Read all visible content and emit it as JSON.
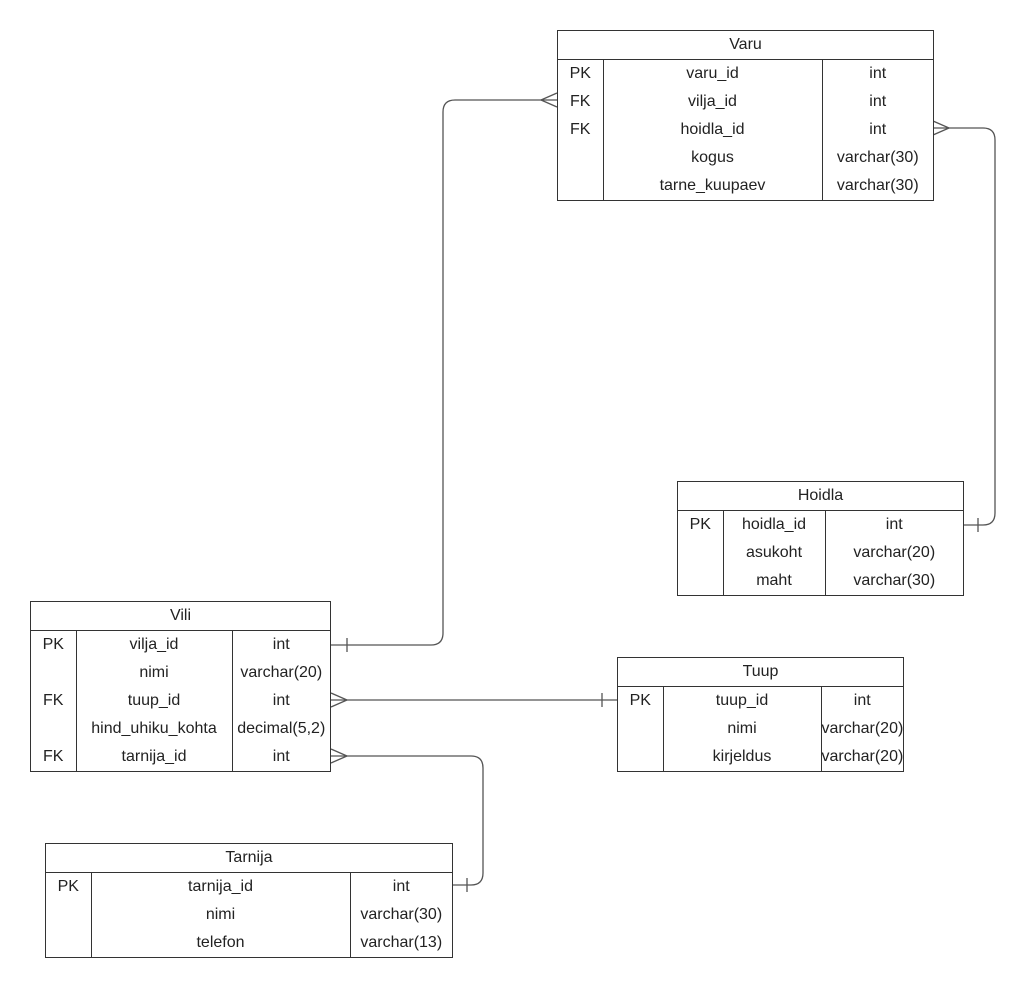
{
  "entities": {
    "varu": {
      "title": "Varu",
      "rows": [
        {
          "key": "PK",
          "name": "varu_id",
          "type": "int"
        },
        {
          "key": "FK",
          "name": "vilja_id",
          "type": "int"
        },
        {
          "key": "FK",
          "name": "hoidla_id",
          "type": "int"
        },
        {
          "key": "",
          "name": "kogus",
          "type": "varchar(30)"
        },
        {
          "key": "",
          "name": "tarne_kuupaev",
          "type": "varchar(30)"
        }
      ]
    },
    "hoidla": {
      "title": "Hoidla",
      "rows": [
        {
          "key": "PK",
          "name": "hoidla_id",
          "type": "int"
        },
        {
          "key": "",
          "name": "asukoht",
          "type": "varchar(20)"
        },
        {
          "key": "",
          "name": "maht",
          "type": "varchar(30)"
        }
      ]
    },
    "vili": {
      "title": "Vili",
      "rows": [
        {
          "key": "PK",
          "name": "vilja_id",
          "type": "int"
        },
        {
          "key": "",
          "name": "nimi",
          "type": "varchar(20)"
        },
        {
          "key": "FK",
          "name": "tuup_id",
          "type": "int"
        },
        {
          "key": "",
          "name": "hind_uhiku_kohta",
          "type": "decimal(5,2)"
        },
        {
          "key": "FK",
          "name": "tarnija_id",
          "type": "int"
        }
      ]
    },
    "tuup": {
      "title": "Tuup",
      "rows": [
        {
          "key": "PK",
          "name": "tuup_id",
          "type": "int"
        },
        {
          "key": "",
          "name": "nimi",
          "type": "varchar(20)"
        },
        {
          "key": "",
          "name": "kirjeldus",
          "type": "varchar(20)"
        }
      ]
    },
    "tarnija": {
      "title": "Tarnija",
      "rows": [
        {
          "key": "PK",
          "name": "tarnija_id",
          "type": "int"
        },
        {
          "key": "",
          "name": "nimi",
          "type": "varchar(30)"
        },
        {
          "key": "",
          "name": "telefon",
          "type": "varchar(13)"
        }
      ]
    }
  },
  "relationships": [
    {
      "from": "varu.vilja_id",
      "to": "vili.vilja_id",
      "from_end": "many",
      "to_end": "one"
    },
    {
      "from": "varu.hoidla_id",
      "to": "hoidla.hoidla_id",
      "from_end": "many",
      "to_end": "one"
    },
    {
      "from": "vili.tuup_id",
      "to": "tuup.tuup_id",
      "from_end": "many",
      "to_end": "one"
    },
    {
      "from": "vili.tarnija_id",
      "to": "tarnija.tarnija_id",
      "from_end": "many",
      "to_end": "one"
    }
  ]
}
